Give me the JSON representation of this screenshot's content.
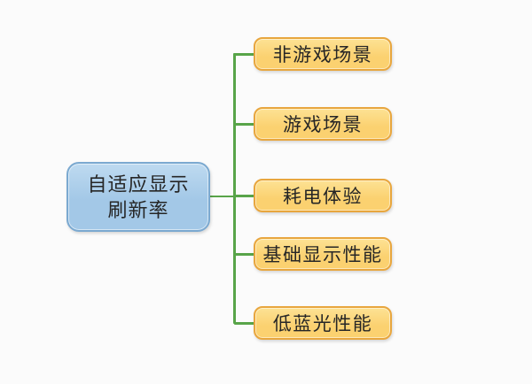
{
  "diagram": {
    "type": "mindmap",
    "root": {
      "label": "自适应显示\n刷新率"
    },
    "branches": [
      {
        "label": "非游戏场景"
      },
      {
        "label": "游戏场景"
      },
      {
        "label": "耗电体验"
      },
      {
        "label": "基础显示性能"
      },
      {
        "label": "低蓝光性能"
      }
    ]
  },
  "colors": {
    "background": "#fbfbfb",
    "root_fill_top": "#bedaf0",
    "root_fill_bottom": "#a3c8e7",
    "root_border": "#7ba9d0",
    "branch_fill_top": "#fde294",
    "branch_fill_bottom": "#fbd170",
    "branch_border": "#e8a63e",
    "connector": "#58a449",
    "text": "#262626"
  }
}
